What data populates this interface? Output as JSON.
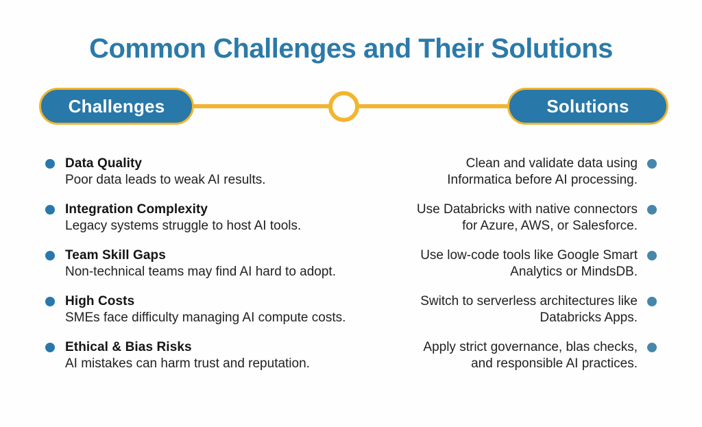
{
  "title": "Common Challenges and Their Solutions",
  "timeline": {
    "left_label": "Challenges",
    "right_label": "Solutions"
  },
  "challenges": [
    {
      "title": "Data Quality",
      "description": "Poor data leads to weak AI results."
    },
    {
      "title": "Integration Complexity",
      "description": "Legacy systems struggle to host AI tools."
    },
    {
      "title": "Team Skill Gaps",
      "description": "Non-technical teams may find AI hard to adopt."
    },
    {
      "title": "High Costs",
      "description": "SMEs face difficulty managing AI compute costs."
    },
    {
      "title": "Ethical & Bias Risks",
      "description": "AI mistakes can harm trust and reputation."
    }
  ],
  "solutions": [
    {
      "text": "Clean and validate data using\nInformatica before AI processing."
    },
    {
      "text": "Use Databricks with native connectors\nfor Azure, AWS, or Salesforce."
    },
    {
      "text": "Use low-code tools like Google Smart\nAnalytics or MindsDB."
    },
    {
      "text": "Switch to serverless architectures like\nDatabricks Apps."
    },
    {
      "text": "Apply strict governance, blas checks,\nand responsible AI practices."
    }
  ],
  "colors": {
    "accent_blue": "#2878a9",
    "accent_yellow": "#f1b52f",
    "bullet_left": "#2878ad",
    "bullet_right": "#4787aa",
    "title_blue": "#2b7aa9",
    "body_text": "#212121"
  }
}
